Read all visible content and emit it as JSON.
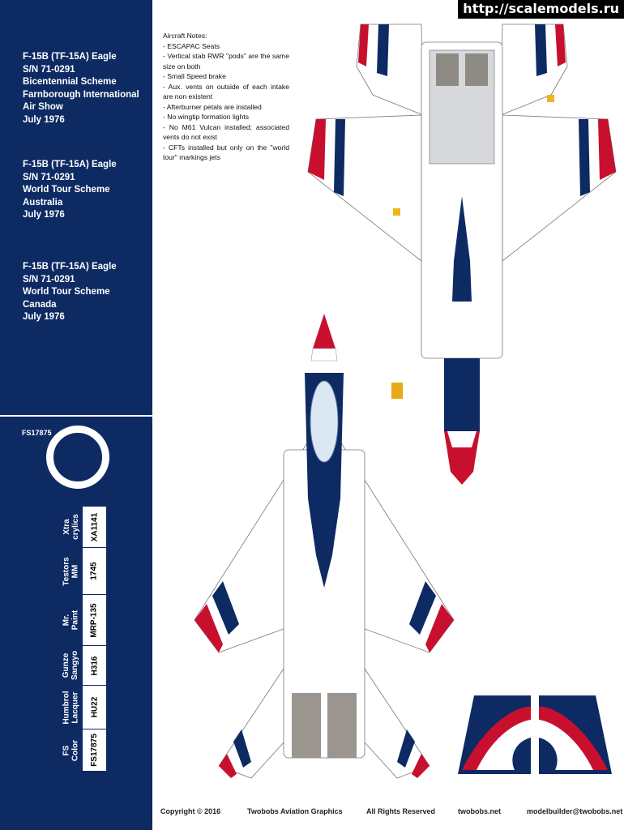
{
  "watermark": "http://scalemodels.ru",
  "schemes": [
    {
      "lines": [
        "F-15B (TF-15A) Eagle",
        "S/N 71-0291",
        "Bicentennial Scheme",
        "Farnborough International",
        "Air Show",
        "July 1976"
      ]
    },
    {
      "lines": [
        "F-15B (TF-15A) Eagle",
        "S/N 71-0291",
        "World Tour Scheme",
        "Australia",
        "July 1976"
      ]
    },
    {
      "lines": [
        "F-15B (TF-15A) Eagle",
        "S/N 71-0291",
        "World Tour Scheme",
        "Canada",
        "July 1976"
      ]
    }
  ],
  "swatch": {
    "label": "FS17875",
    "color": "#ffffff"
  },
  "paints": [
    {
      "brand": "Xtra crylics",
      "code": "XA1141"
    },
    {
      "brand": "Testors MM",
      "code": "1745"
    },
    {
      "brand": "Mr. Paint",
      "code": "MRP-135"
    },
    {
      "brand": "Gunze Sangyo",
      "code": "H316"
    },
    {
      "brand": "Humbrol Lacquer",
      "code": "HU22"
    },
    {
      "brand": "FS Color",
      "code": "FS17875"
    }
  ],
  "notes": {
    "title": "Aircraft Notes:",
    "items": [
      "- ESCAPAC Seats",
      "- Vertical stab RWR \"pods\" are the same size on both",
      "- Small Speed brake",
      "- Aux. vents on outside of each intake are non existent",
      "- Afterburner petals are installed",
      "- No wingtip formation lights",
      "- No M61 Vulcan installed; associated vents do not exist",
      "- CFTs installed but only on the \"world tour\" markings jets"
    ]
  },
  "footer": {
    "copyright": "Copyright © 2016",
    "company": "Twobobs Aviation Graphics",
    "rights": "All Rights Reserved",
    "site": "twobobs.net",
    "email": "modelbuilder@twobobs.net"
  },
  "colors": {
    "navy": "#0e2a63",
    "red": "#c8102e",
    "white": "#ffffff",
    "grey": "#c9ccd0"
  }
}
